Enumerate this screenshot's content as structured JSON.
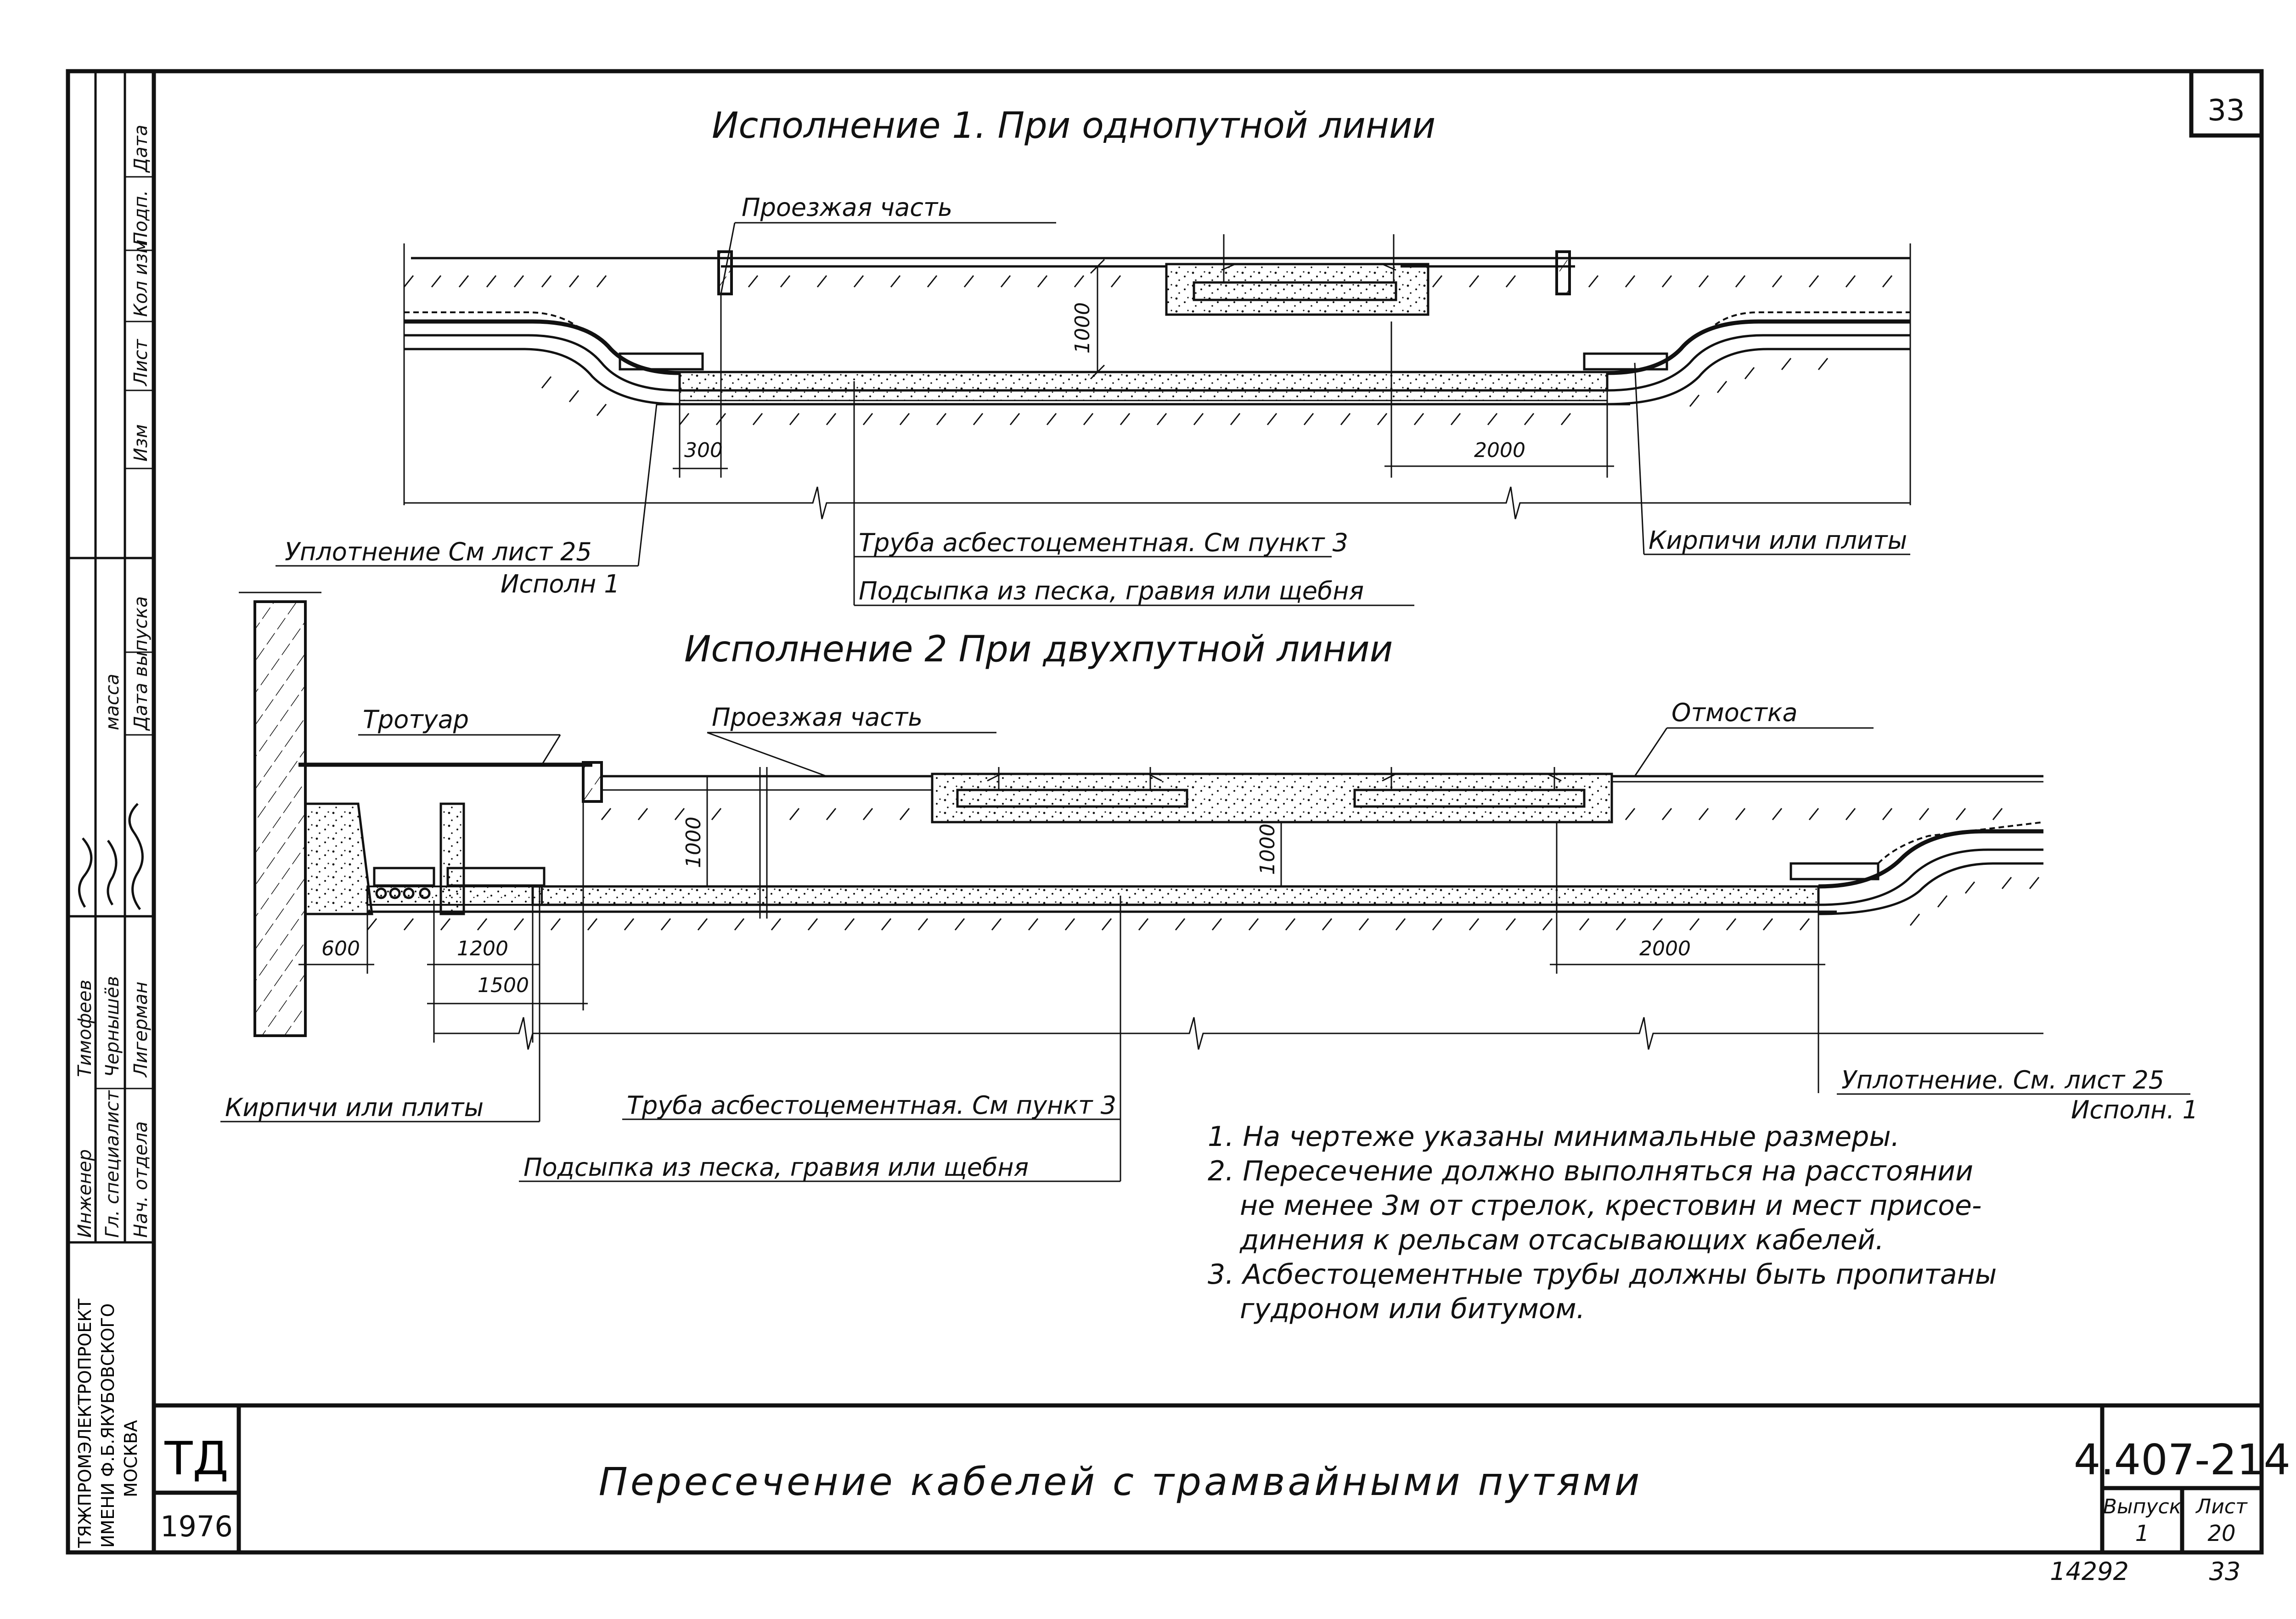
{
  "sheet": {
    "page_number": "33",
    "bottom_note": "14292",
    "bottom_page": "33",
    "code": "4.407-214",
    "stamp": "ТД",
    "year": "1976",
    "title": "Пересечение кабелей с трамвайными путями",
    "issue_label": "Выпуск",
    "issue_value": "1",
    "sheet_label": "Лист",
    "sheet_value": "20"
  },
  "side_block": {
    "revision_headers": [
      "Изм",
      "Лист",
      "Кол изм",
      "Подп.",
      "Дата"
    ],
    "release_headers": [
      "Дата выпуска",
      "масса"
    ],
    "signers": [
      {
        "role": "Нач. отдела",
        "name": "Лигерман"
      },
      {
        "role": "Гл. специалист",
        "name": "Чернышёв"
      },
      {
        "role": "Инженер",
        "name": "Тимофеев"
      }
    ],
    "organization": [
      "ТЯЖПРОМЭЛЕКТРОПРОЕКТ",
      "ИМЕНИ Ф.Б.ЯКУБОВСКОГО",
      "МОСКВА"
    ]
  },
  "variant1": {
    "title": "Исполнение 1.  При однопутной линии",
    "label_roadway": "Проезжая    часть",
    "label_seal": "Уплотнение См лист 25",
    "label_seal_sub": "Исполн 1",
    "label_pipe": "Труба асбестоцементная. См пункт 3",
    "label_fill": "Подсыпка из песка, гравия или щебня",
    "label_bricks": "Кирпичи или плиты",
    "dim_depth": "1000",
    "dim_300": "300",
    "dim_2000": "2000"
  },
  "variant2": {
    "title": "Исполнение 2  При двухпутной линии",
    "label_sidewalk": "Тротуар",
    "label_roadway": "Проезжая  часть",
    "label_blind_area": "Отмостка",
    "label_bricks": "Кирпичи или плиты",
    "label_pipe": "Труба асбестоцементная. См пункт 3",
    "label_fill": "Подсыпка из песка, гравия или щебня",
    "label_seal": "Уплотнение. См. лист 25",
    "label_seal_sub": "Исполн. 1",
    "dim_depth_left": "1000",
    "dim_depth_mid": "1000",
    "dim_600": "600",
    "dim_1200": "1200",
    "dim_1500": "1500",
    "dim_2000": "2000"
  },
  "notes": [
    "1. На чертеже указаны минимальные размеры.",
    "2. Пересечение должно выполняться на расстоянии",
    "не менее 3м от стрелок, крестовин и мест присое-",
    "динения к рельсам отсасывающих кабелей.",
    "3. Асбестоцементные трубы должны быть пропитаны",
    "гудроном или битумом."
  ]
}
